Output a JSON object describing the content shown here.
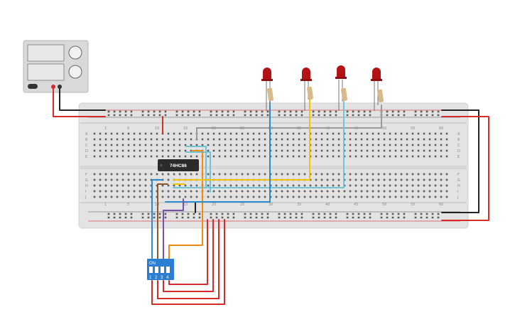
{
  "chip": {
    "label": "74HC86"
  },
  "dip_switch": {
    "on_label": "ON",
    "numbers": [
      "1",
      "2",
      "3",
      "4"
    ]
  },
  "breadboard": {
    "top_numbers": [
      "1",
      "5",
      "10",
      "15",
      "20",
      "25",
      "30",
      "35",
      "40",
      "45",
      "50",
      "55",
      "60"
    ],
    "bottom_numbers": [
      "1",
      "5",
      "10",
      "15",
      "20",
      "25",
      "30",
      "35",
      "40",
      "45",
      "50",
      "55",
      "60"
    ],
    "row_letters_top": [
      "A",
      "B",
      "C",
      "D",
      "E"
    ],
    "row_letters_bottom": [
      "F",
      "G",
      "H",
      "I",
      "J"
    ]
  },
  "leds": {
    "count": 4,
    "color": "#b31217"
  },
  "wire_colors": {
    "power": "#d62b2b",
    "ground": "#222222",
    "blue": "#2a8ccf",
    "yellow": "#f2c300",
    "light_blue": "#6fc4d6",
    "orange": "#ef8a14",
    "purple": "#7b4fa8",
    "brown": "#8a5a2b",
    "gray": "#9a9a9a"
  }
}
